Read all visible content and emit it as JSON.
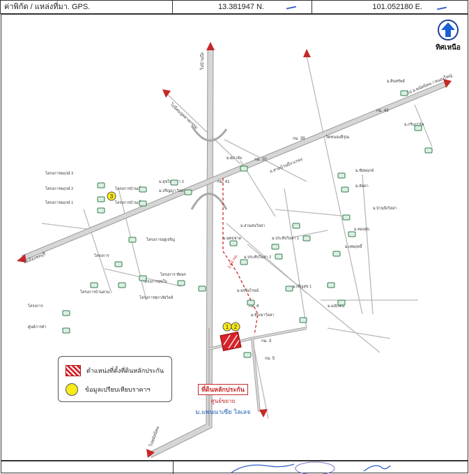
{
  "header": {
    "label": "ค่าพิกัด / แหล่งที่มา. GPS.",
    "latitude": "13.381947 N.",
    "longitude": "101.052180 E."
  },
  "north": {
    "label": "ทิศเหนือ"
  },
  "legend": {
    "subject": "ตำแหน่งที่ตั้งที่ดินหลักประกัน",
    "comparables": "ข้อมูลเปรียบเทียบราคาฯ"
  },
  "subject_label": {
    "title": "ที่ดินหลักประกัน",
    "line2": "ศูนย์ขยาย",
    "line3": "ม.แพนนาเซีย วิลเลจ"
  },
  "map_labels": {
    "road_top": "ไปบ้านบึง",
    "road_bottom": "ไปพนัสนิคม",
    "road_left": "ไปเมืองชลบุรี",
    "road_right": "ไป อ.พนัสนิคม / หนองใหญ่",
    "road_nw": "ไปนิคมอุตสาหกรรม",
    "hwy": "ถ.สายบ้านบึง-แกลง",
    "dist": "2.60 กม.",
    "km1": "กม. 41",
    "km2": "กม. 20",
    "km3": "กม. 39",
    "km4": "กม. 43",
    "km5": "กม. 3",
    "km6": "กม. 4",
    "km7": "กม. 5",
    "school": "วัดหนองอิรุณ",
    "village1": "ม.ศุภาลัย",
    "village2": "ม.สุขใจวิลล่า 3",
    "village3": "ม.ปริญญา วิลล่า",
    "village4": "ม.ชัยพฤกษ์",
    "village5": "ม.ลัดดา",
    "village6": "ม.บ้านบึงวิลล่า",
    "village7": "ม.ทองสุข",
    "village8": "ม.สวนสนวิลล่า",
    "village9": "ม.พุทธชาด",
    "village10": "ม.ประทีปวิลล่า 1",
    "village11": "ม.ประทีปวิลล่า 2",
    "village12": "ม.พรไพโรจน์",
    "village13": "ม.เพ็ญสุข 1",
    "village14": "ม.ทิวเขาวิลล่า",
    "village15": "ม.สินทรัพย์",
    "village16": "ม.กรีนปาร์ค",
    "village17": "ม.เทพฤทธิ์",
    "village18": "ม.มณีรัตน์",
    "proj1": "โครงการพฤกษ์ 3",
    "proj2": "โครงการพฤกษ์ 2",
    "proj3": "โครงการพฤกษ์ 1",
    "proj4": "โครงการบ้านเอื้อ 1",
    "proj5": "โครงการบ้านเอื้อ 2",
    "proj6": "โครงการอยู่เจริญ",
    "proj7": "โครงการ",
    "proj8": "โครงการสุขใจ",
    "proj9": "โครงการบ้านสวน",
    "proj10": "โครงการศุภาลัยวิลล์",
    "proj11": "โครงการ ชัยพร",
    "proj12": "โครงการ",
    "proj13": "ศูนย์การค้า",
    "mark1": "1",
    "mark2": "2",
    "mark3": "3"
  },
  "colors": {
    "road": "#c9c9c9",
    "road_edge": "#9a9a9a",
    "arrow": "#c62828",
    "subject": "#d8232a",
    "comparable": "#f7ec1a",
    "north": "#1c5fd6",
    "label_blue": "#1a5fb4",
    "house": "#2e7d4f"
  }
}
